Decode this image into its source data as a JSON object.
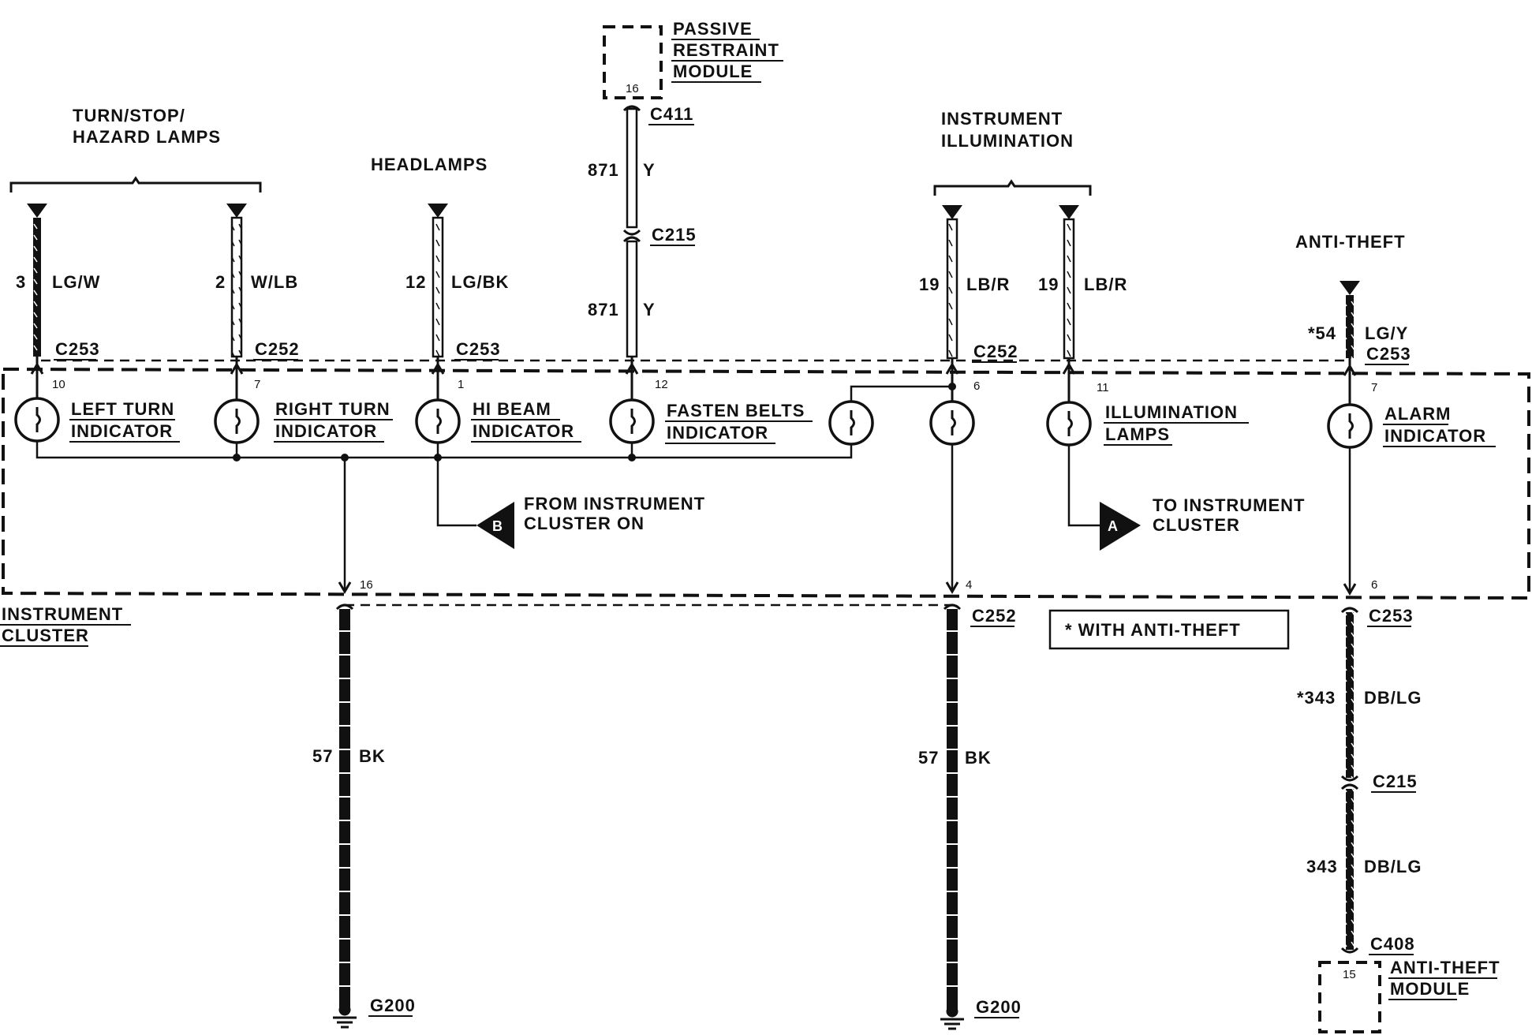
{
  "labels": {
    "turn_stop_hazard": [
      "TURN/STOP/",
      "HAZARD LAMPS"
    ],
    "headlamps": "HEADLAMPS",
    "passive_restraint_module": [
      "PASSIVE",
      "RESTRAINT",
      "MODULE"
    ],
    "instrument_illumination": [
      "INSTRUMENT",
      "ILLUMINATION"
    ],
    "anti_theft": "ANTI-THEFT",
    "instrument_cluster": [
      "INSTRUMENT",
      "CLUSTER"
    ],
    "with_anti_theft": "*  WITH ANTI-THEFT",
    "from_instrument_cluster_on": [
      "FROM INSTRUMENT",
      "CLUSTER ON"
    ],
    "to_instrument_cluster": [
      "TO INSTRUMENT",
      "CLUSTER"
    ],
    "anti_theft_module": [
      "ANTI-THEFT",
      "MODULE"
    ],
    "badge_b": "B",
    "badge_a": "A"
  },
  "connectors": {
    "c253_left": "C253",
    "c252_mid": "C252",
    "c253_head": "C253",
    "c411": "C411",
    "c215_top": "C215",
    "c252_illum": "C252",
    "c253_alarm": "C253",
    "c252_bottom": "C252",
    "c253_bottom": "C253",
    "c215_bottom": "C215",
    "c408": "C408",
    "g200_left": "G200",
    "g200_right": "G200"
  },
  "wires": {
    "left_turn": {
      "circuit": "3",
      "color": "LG/W"
    },
    "right_turn": {
      "circuit": "2",
      "color": "W/LB"
    },
    "hi_beam": {
      "circuit": "12",
      "color": "LG/BK"
    },
    "belts_upper": {
      "circuit": "871",
      "color": "Y"
    },
    "belts_lower": {
      "circuit": "871",
      "color": "Y"
    },
    "illum_a": {
      "circuit": "19",
      "color": "LB/R"
    },
    "illum_b": {
      "circuit": "19",
      "color": "LB/R"
    },
    "alarm_in": {
      "circuit": "*54",
      "color": "LG/Y"
    },
    "ground_left": {
      "circuit": "57",
      "color": "BK"
    },
    "ground_right": {
      "circuit": "57",
      "color": "BK"
    },
    "alarm_out_1": {
      "circuit": "*343",
      "color": "DB/LG"
    },
    "alarm_out_2": {
      "circuit": "343",
      "color": "DB/LG"
    }
  },
  "indicators": {
    "left_turn": [
      "LEFT TURN",
      "INDICATOR"
    ],
    "right_turn": [
      "RIGHT TURN",
      "INDICATOR"
    ],
    "hi_beam": [
      "HI BEAM",
      "INDICATOR"
    ],
    "fasten_belts": [
      "FASTEN BELTS",
      "INDICATOR"
    ],
    "illumination": [
      "ILLUMINATION",
      "LAMPS"
    ],
    "alarm": [
      "ALARM",
      "INDICATOR"
    ]
  },
  "pins": {
    "left_turn": "10",
    "right_turn": "7",
    "hi_beam": "1",
    "fasten_belts": "12",
    "illum_a": "6",
    "illum_b": "11",
    "alarm": "7",
    "ground_left": "16",
    "ground_right": "4",
    "alarm_out": "6",
    "passive_module": "16",
    "anti_theft_module": "15"
  }
}
